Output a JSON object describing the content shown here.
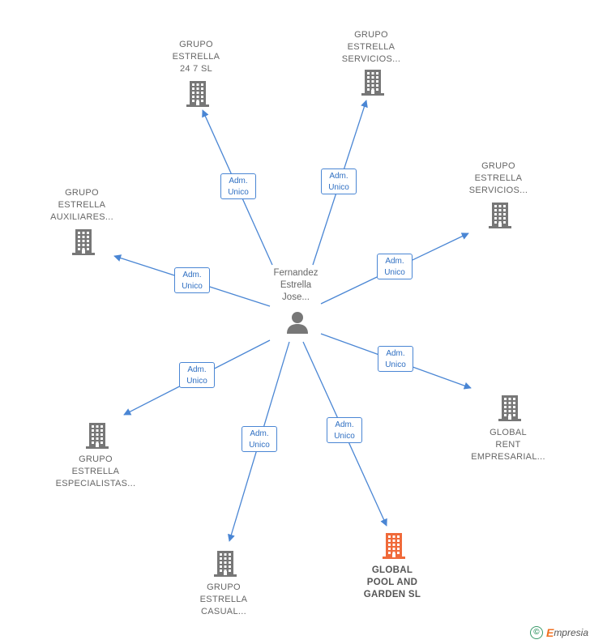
{
  "center": {
    "lines": [
      "Fernandez",
      "Estrella",
      "Jose..."
    ],
    "icon": "person-icon"
  },
  "edge_label": [
    "Adm.",
    "Unico"
  ],
  "colors": {
    "edge": "#4a86d4",
    "building": "#777777",
    "building_highlight": "#f06a3a"
  },
  "nodes": [
    {
      "id": "n1",
      "lines": [
        "GRUPO",
        "ESTRELLA",
        "24 7  SL"
      ],
      "highlight": false
    },
    {
      "id": "n2",
      "lines": [
        "GRUPO",
        "ESTRELLA",
        "SERVICIOS..."
      ],
      "highlight": false
    },
    {
      "id": "n3",
      "lines": [
        "GRUPO",
        "ESTRELLA",
        "SERVICIOS..."
      ],
      "highlight": false
    },
    {
      "id": "n4",
      "lines": [
        "GRUPO",
        "ESTRELLA",
        "AUXILIARES..."
      ],
      "highlight": false
    },
    {
      "id": "n5",
      "lines": [
        "GLOBAL",
        "RENT",
        "EMPRESARIAL..."
      ],
      "highlight": false
    },
    {
      "id": "n6",
      "lines": [
        "GRUPO",
        "ESTRELLA",
        "ESPECIALISTAS..."
      ],
      "highlight": false
    },
    {
      "id": "n7",
      "lines": [
        "GLOBAL",
        "POOL AND",
        "GARDEN  SL"
      ],
      "highlight": true
    },
    {
      "id": "n8",
      "lines": [
        "GRUPO",
        "ESTRELLA",
        "CASUAL..."
      ],
      "highlight": false
    }
  ],
  "footer": {
    "copyright_symbol": "©",
    "brand_initial": "E",
    "brand_rest": "mpresia"
  }
}
